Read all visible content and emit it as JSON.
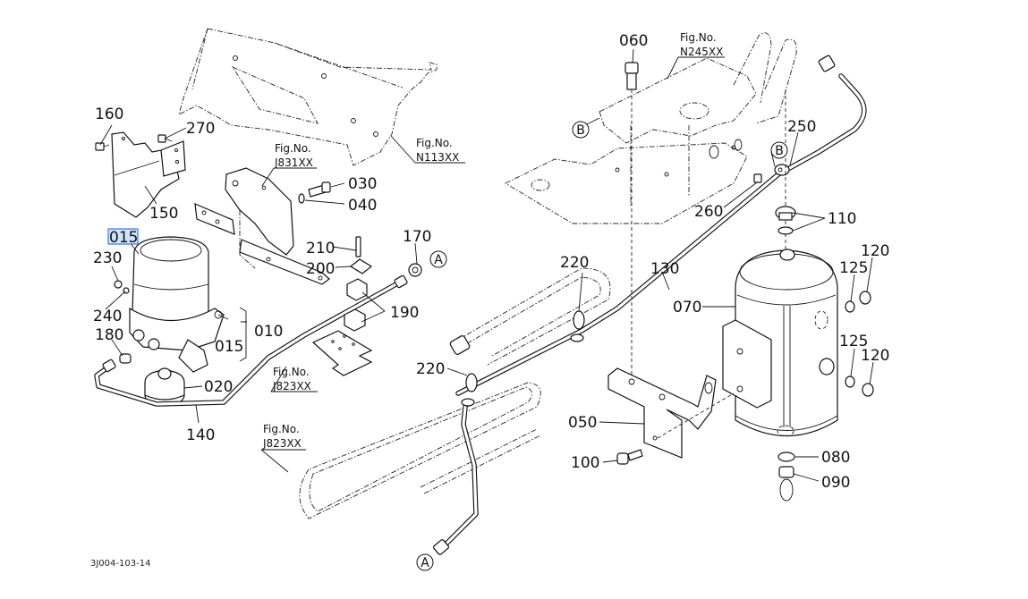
{
  "diagram": {
    "drawing_code": "3J004-103-14",
    "selected_part": "015",
    "part_labels": {
      "p160": "160",
      "p270": "270",
      "p150": "150",
      "p015_top": "015",
      "p230": "230",
      "p240": "240",
      "p180": "180",
      "p015_side": "015",
      "p010": "010",
      "p020": "020",
      "p140": "140",
      "p030": "030",
      "p040": "040",
      "p210": "210",
      "p200": "200",
      "p190": "190",
      "p170": "170",
      "p060": "060",
      "p250": "250",
      "p260": "260",
      "p110": "110",
      "p120a": "120",
      "p125a": "125",
      "p125b": "125",
      "p120b": "120",
      "p070": "070",
      "p130": "130",
      "p220a": "220",
      "p220b": "220",
      "p050": "050",
      "p100": "100",
      "p080": "080",
      "p090": "090"
    },
    "fig_refs": {
      "n113": {
        "line1": "Fig.No.",
        "line2": "N113XX"
      },
      "j831": {
        "line1": "Fig.No.",
        "line2": "J831XX"
      },
      "j823a": {
        "line1": "Fig.No.",
        "line2": "J823XX"
      },
      "j823b": {
        "line1": "Fig.No.",
        "line2": "J823XX"
      },
      "n245": {
        "line1": "Fig.No.",
        "line2": "N245XX"
      }
    },
    "connectors": {
      "a1": "A",
      "a2": "A",
      "b1": "B",
      "b2": "B"
    }
  }
}
